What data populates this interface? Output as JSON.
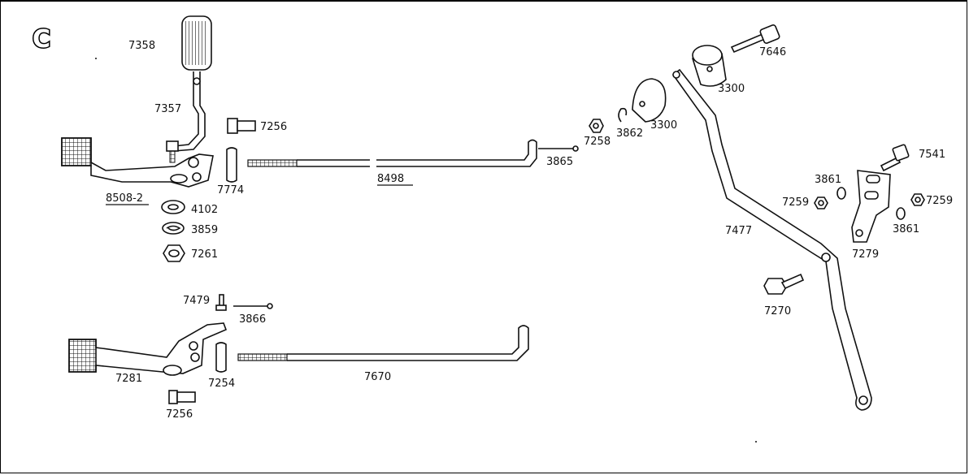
{
  "section_letter": "C",
  "parts": {
    "p7358": "7358",
    "p7357": "7357",
    "p7256a": "7256",
    "p7774": "7774",
    "p8508_2": "8508-2",
    "p4102": "4102",
    "p3859": "3859",
    "p7261": "7261",
    "p8498": "8498",
    "p3865": "3865",
    "p7258": "7258",
    "p3862": "3862",
    "p3300a": "3300",
    "p3300b": "3300",
    "p7646": "7646",
    "p7477": "7477",
    "p7270": "7270",
    "p7541": "7541",
    "p3861a": "3861",
    "p7259a": "7259",
    "p7259b": "7259",
    "p3861b": "3861",
    "p7279": "7279",
    "p7479": "7479",
    "p3866": "3866",
    "p7281": "7281",
    "p7254": "7254",
    "p7670": "7670",
    "p7256b": "7256"
  }
}
